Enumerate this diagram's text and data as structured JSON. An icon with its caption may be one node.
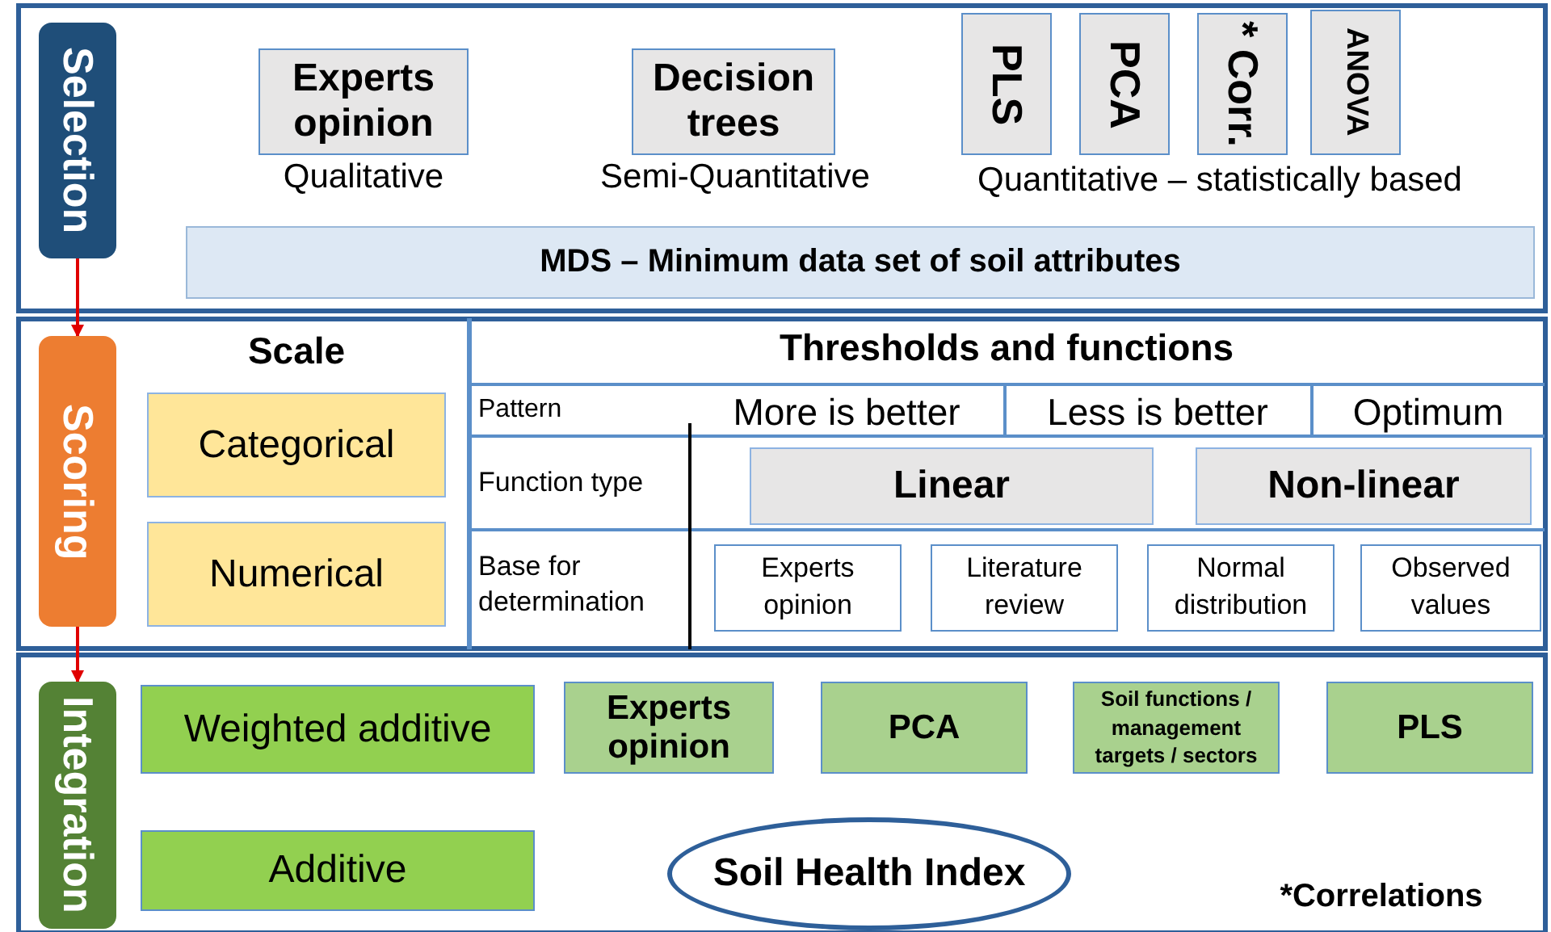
{
  "diagram": {
    "nodes": [
      {
        "text": [
          "Selection"
        ]
      },
      {
        "text": [
          "Experts opinion"
        ],
        "beside": [
          "Qualitative"
        ]
      },
      {
        "text": [
          "Decision trees"
        ],
        "beside": [
          "Semi-Quantitative"
        ]
      },
      {
        "text": [
          "PLS"
        ]
      },
      {
        "text": [
          "PCA"
        ]
      },
      {
        "text": [
          "* Corr."
        ]
      },
      {
        "text": [
          "ANOVA"
        ]
      },
      {
        "text": [
          "MDS – Minimum data set of soil attributes"
        ]
      },
      {
        "text": [
          "Scoring"
        ]
      },
      {
        "text": [
          "Categorical"
        ]
      },
      {
        "text": [
          "Numerical"
        ]
      },
      {
        "text": [
          "Linear"
        ]
      },
      {
        "text": [
          "Non-linear"
        ]
      },
      {
        "text": [
          "Experts opinion"
        ]
      },
      {
        "text": [
          "Literature review"
        ]
      },
      {
        "text": [
          "Normal distribution"
        ]
      },
      {
        "text": [
          "Observed values"
        ]
      },
      {
        "text": [
          "Integration"
        ]
      },
      {
        "text": [
          "Weighted additive"
        ]
      },
      {
        "text": [
          "Experts opinion"
        ]
      },
      {
        "text": [
          "PCA"
        ]
      },
      {
        "text": [
          "Soil functions / management targets / sectors"
        ]
      },
      {
        "text": [
          "PLS"
        ]
      },
      {
        "text": [
          "Additive"
        ]
      },
      {
        "text": [
          "Soil Health Index"
        ]
      }
    ],
    "edges": [
      {
        "from": 0,
        "to": 8,
        "arrow": "to"
      },
      {
        "from": 8,
        "to": 17,
        "arrow": "to"
      }
    ],
    "labels": [
      "Quantitative – statistically based",
      "Scale",
      "Thresholds and functions",
      "Pattern",
      "More is better",
      "Less is better",
      "Optimum",
      "Function type",
      "Base for determination",
      "*Correlations"
    ]
  }
}
